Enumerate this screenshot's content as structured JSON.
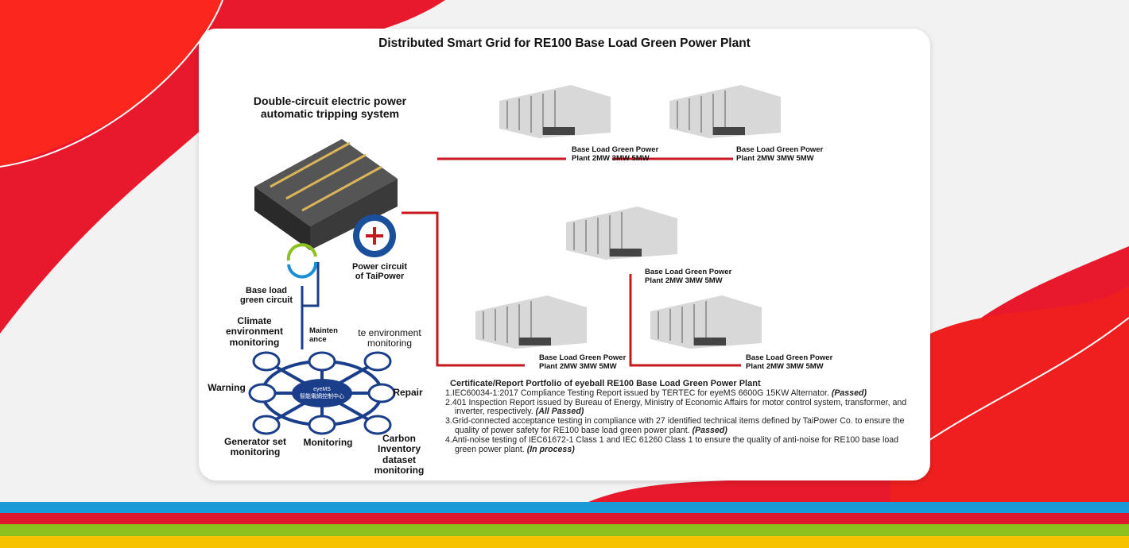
{
  "title": "Distributed Smart Grid for RE100 Base Load Green Power Plant",
  "tripping_label": "Double-circuit electric power automatic tripping system",
  "power_circuit_label": "Power circuit of TaiPower",
  "base_load_circuit_label": "Base load green circuit",
  "plants": [
    "Base Load Green Power Plant 2MW 3MW 5MW",
    "Base Load Green Power Plant 2MW 3MW 5MW",
    "Base Load Green Power Plant 2MW 3MW 5MW",
    "Base Load Green Power Plant 2MW 3MW 5MW",
    "Base Load Green Power Plant 2MW 3MW 5MW"
  ],
  "ems": {
    "center_line1": "eyeMS",
    "center_line2": "智能電網控制中心",
    "climate": "Climate environment monitoring",
    "maintenance": "Mainten ance",
    "te_env": "te environment monitoring",
    "warning": "Warning",
    "repair": "Repair",
    "generator": "Generator set monitoring",
    "monitoring": "Monitoring",
    "carbon": "Carbon Inventory dataset monitoring"
  },
  "certificates": {
    "heading": "Certificate/Report Portfolio of eyeball RE100 Base Load Green Power Plant",
    "items": [
      {
        "text": "1.IEC60034-1:2017 Compliance Testing Report issued by TERTEC for eyeMS 6600G 15KW Alternator. ",
        "status": "(Passed)"
      },
      {
        "text": "2.401 Inspection Report issued by Bureau of Energy, Ministry of Economic Affairs for motor control system, transformer, and inverter, respectively. ",
        "status": "(All Passed)"
      },
      {
        "text": "3.Grid-connected acceptance testing in compliance with 27 identified technical items defined by TaiPower Co. to ensure the quality of power safety for RE100 base load green power plant. ",
        "status": "(Passed)"
      },
      {
        "text": "4.Anti-noise testing of IEC61672-1 Class 1 and IEC 61260 Class 1 to ensure the quality of anti-noise for RE100 base load green power plant. ",
        "status": "(In process)"
      }
    ]
  }
}
